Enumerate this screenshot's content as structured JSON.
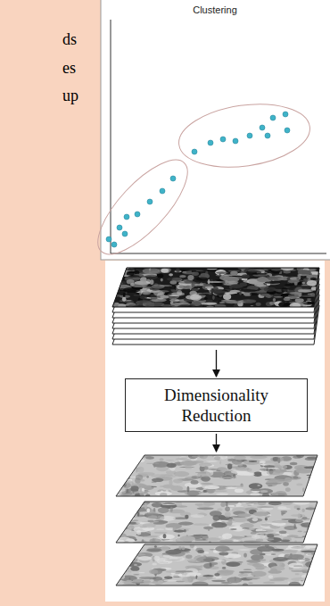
{
  "diagram": {
    "nodes": [
      {
        "text": [
          "Dimensionality Reduction"
        ]
      }
    ],
    "labels": [
      "ds",
      "es",
      "up",
      "Clustering"
    ]
  }
}
